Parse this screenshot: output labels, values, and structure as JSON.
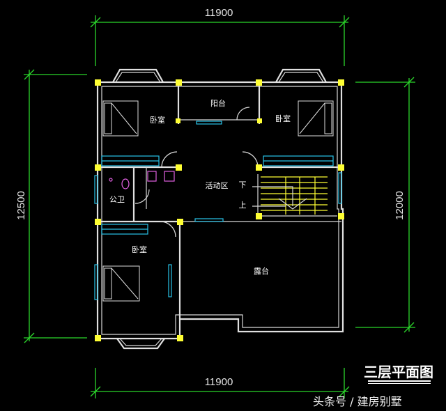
{
  "dimensions": {
    "top": "11900",
    "bottom": "11900",
    "left": "12500",
    "right": "12000"
  },
  "rooms": {
    "bedroom_nw": "卧室",
    "balcony": "阳台",
    "bedroom_ne": "卧室",
    "bathroom": "公卫",
    "activity": "活动区",
    "stair_down": "下",
    "stair_up": "上",
    "bedroom_sw": "卧室",
    "terrace": "露台"
  },
  "title": "三层平面图",
  "watermark": "头条号 / 建房别墅",
  "colors": {
    "background": "#000000",
    "dimension_line": "#2bd62b",
    "column": "#ffff33",
    "window": "#29c3e8",
    "wall": "#e0e0e0"
  }
}
